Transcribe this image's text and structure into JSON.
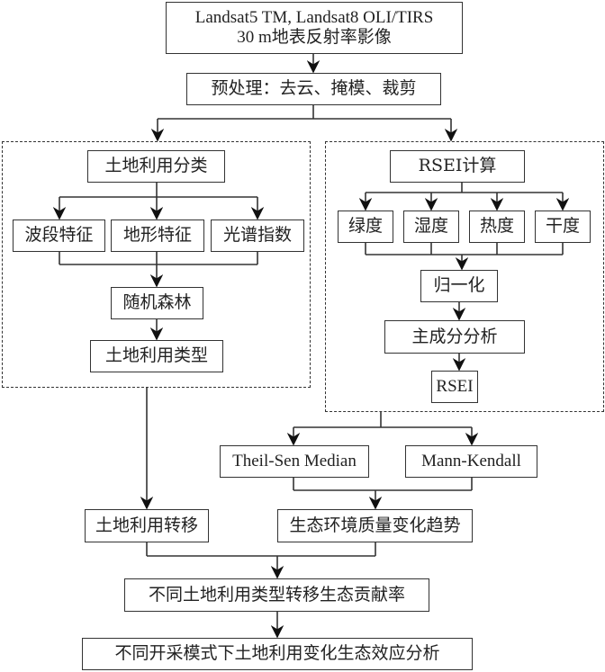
{
  "nodes": {
    "input": {
      "line1": "Landsat5 TM, Landsat8 OLI/TIRS",
      "line2": "30 m地表反射率影像"
    },
    "preprocess": "预处理：去云、掩模、裁剪",
    "landuse_group": {
      "classify": "土地利用分类",
      "features": [
        "波段特征",
        "地形特征",
        "光谱指数"
      ],
      "random_forest": "随机森林",
      "landuse_type": "土地利用类型"
    },
    "rsei_group": {
      "rsei_calc": "RSEI计算",
      "indicators": [
        "绿度",
        "湿度",
        "热度",
        "干度"
      ],
      "normalize": "归一化",
      "pca": "主成分分析",
      "rsei": "RSEI"
    },
    "theil_sen": "Theil-Sen Median",
    "mann_kendall": "Mann-Kendall",
    "landuse_transfer": "土地利用转移",
    "eco_trend": "生态环境质量变化趋势",
    "contribution": "不同土地利用类型转移生态贡献率",
    "final": "不同开采模式下土地利用变化生态效应分析"
  }
}
